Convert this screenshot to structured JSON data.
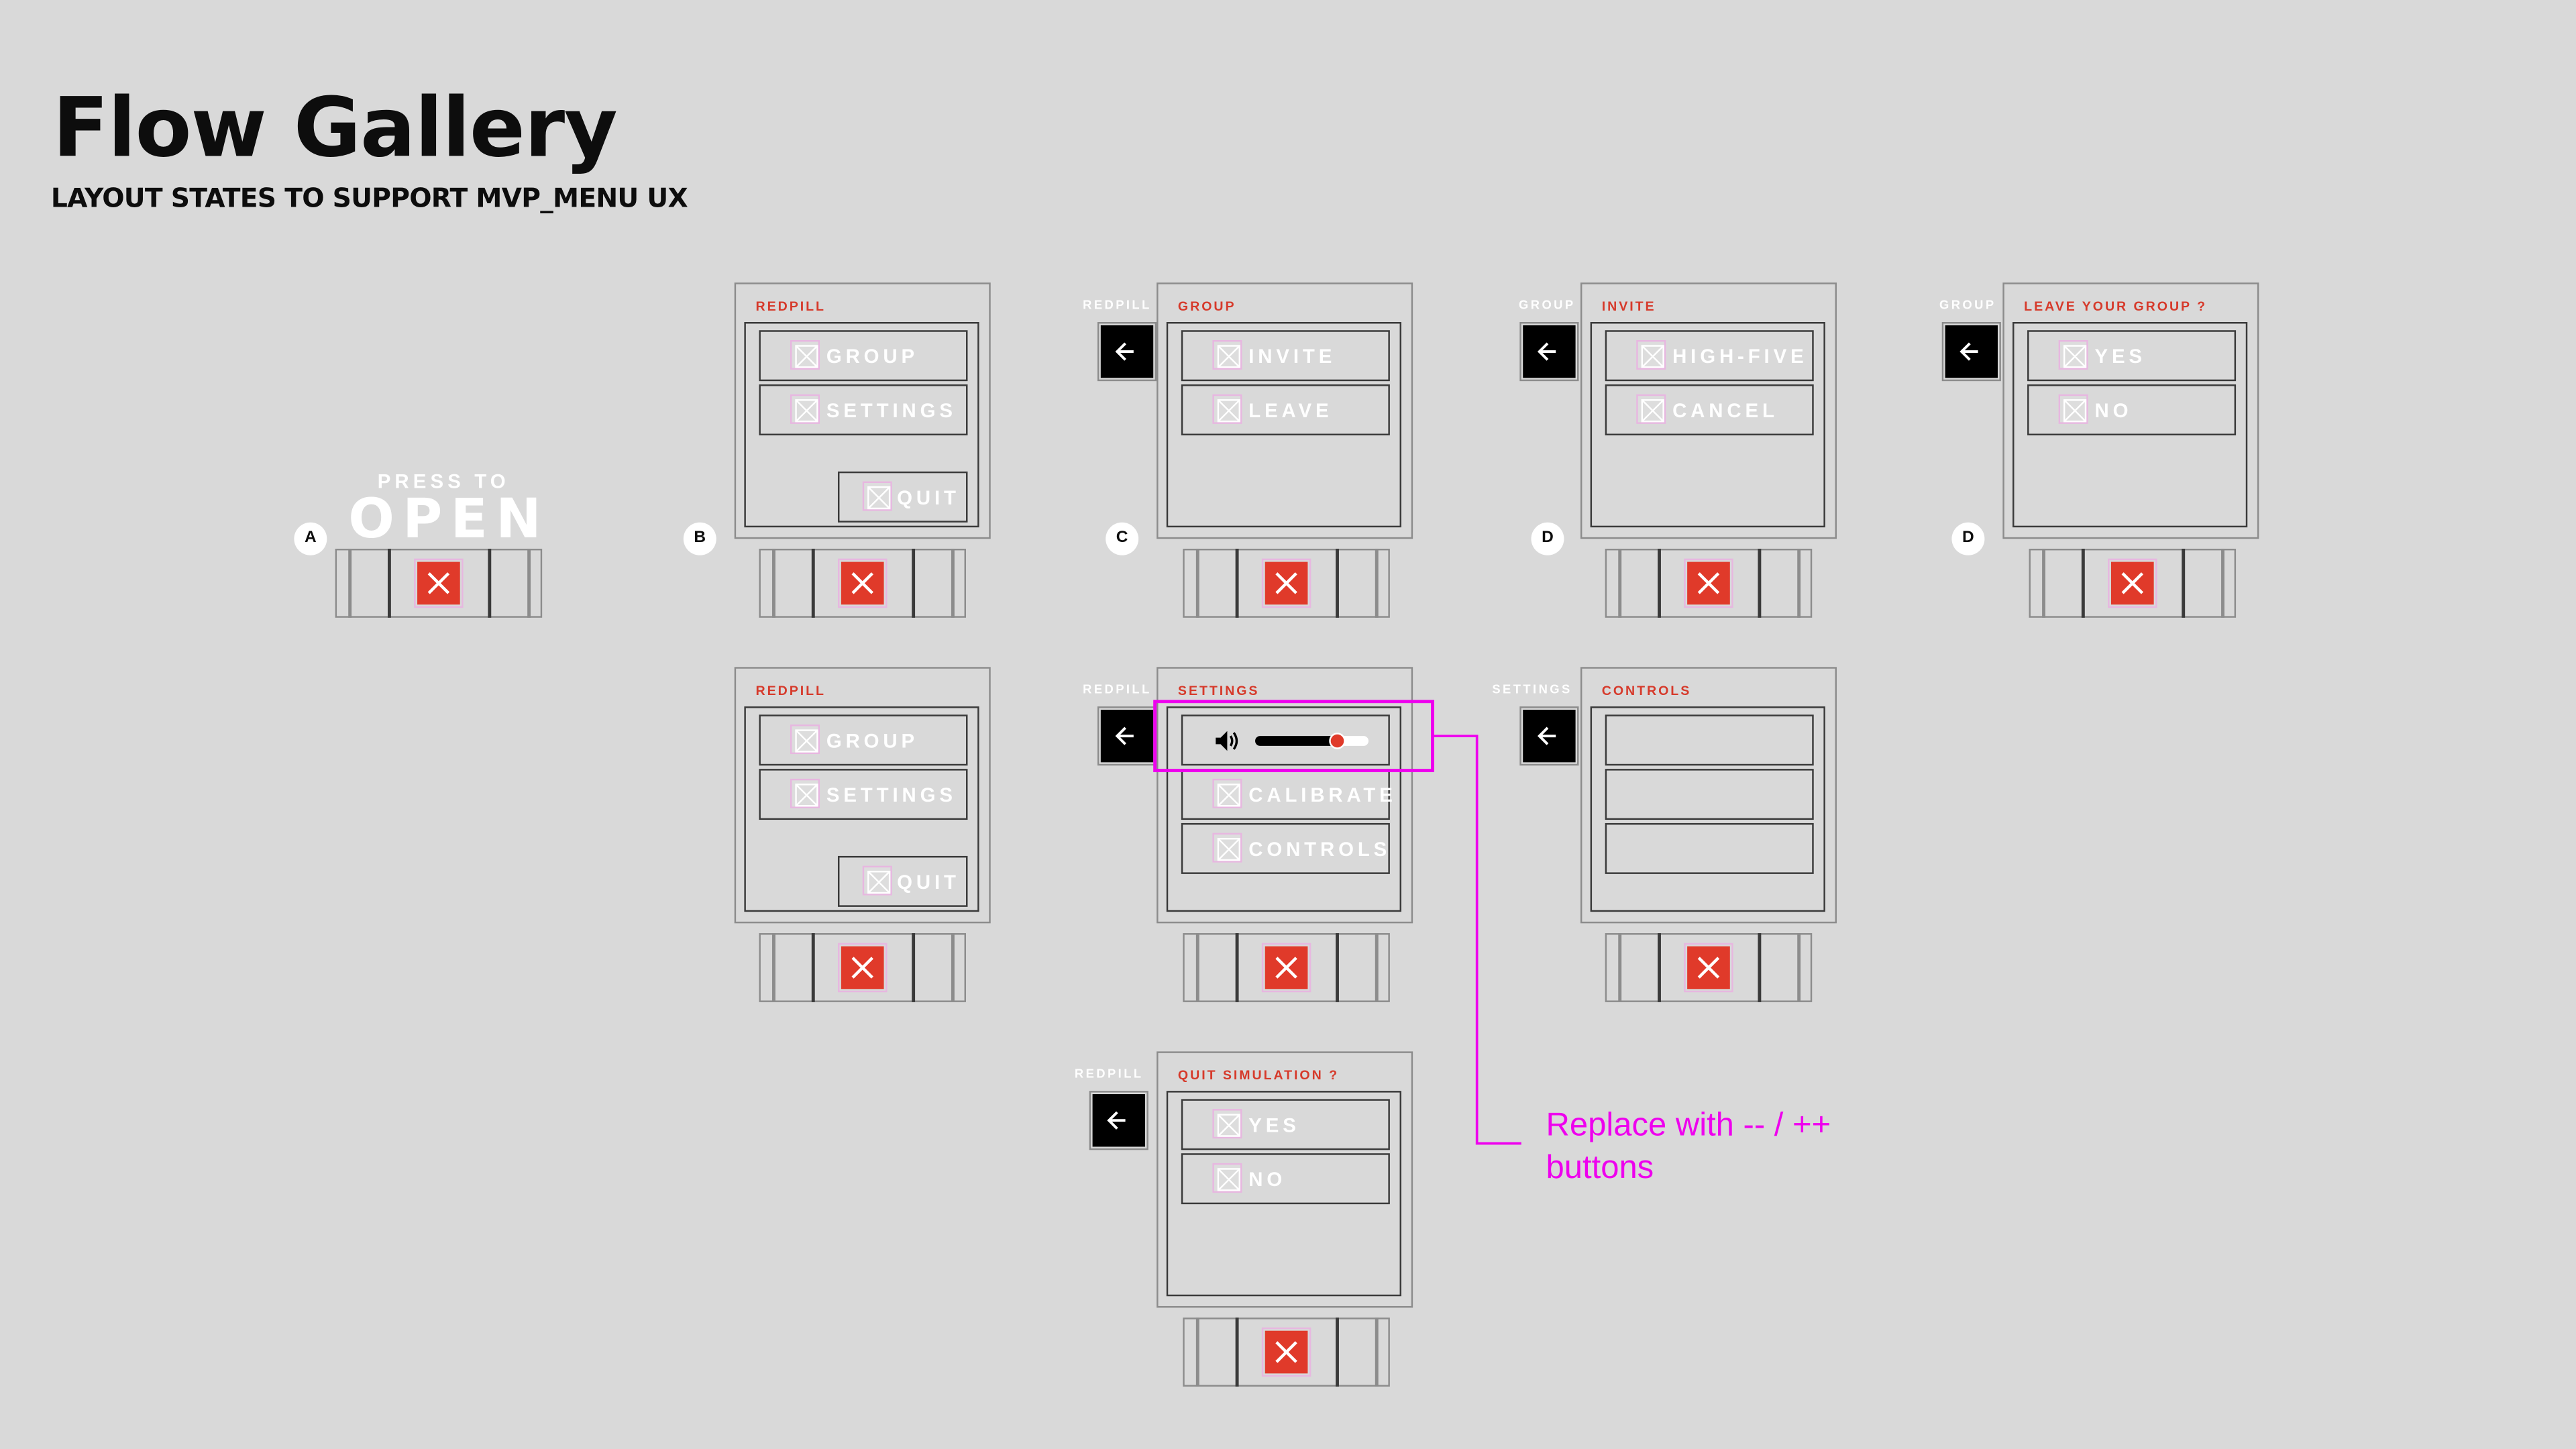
{
  "header": {
    "title": "Flow Gallery",
    "subtitle": "LAYOUT STATES TO SUPPORT  MVP_MENU UX"
  },
  "colors": {
    "background": "#d9d9d9",
    "accent_red": "#e03a2a",
    "heading_red": "#d63a2b",
    "annotation_magenta": "#ee00ee",
    "back_button": "#000000"
  },
  "state_a": {
    "marker": "A",
    "press_to": "PRESS TO",
    "open": "OPEN"
  },
  "markers": {
    "b": "B",
    "c": "C",
    "d1": "D",
    "d2": "D"
  },
  "panels": {
    "redpill_top": {
      "heading": "REDPILL",
      "buttons": [
        "GROUP",
        "SETTINGS"
      ],
      "quit": "QUIT"
    },
    "group": {
      "side_label": "REDPILL",
      "heading": "GROUP",
      "buttons": [
        "INVITE",
        "LEAVE"
      ]
    },
    "invite": {
      "side_label": "GROUP",
      "heading": "INVITE",
      "buttons": [
        "HIGH-FIVE",
        "CANCEL"
      ]
    },
    "leave": {
      "side_label": "GROUP",
      "heading": "LEAVE YOUR GROUP ?",
      "buttons": [
        "YES",
        "NO"
      ]
    },
    "redpill_mid": {
      "heading": "REDPILL",
      "buttons": [
        "GROUP",
        "SETTINGS"
      ],
      "quit": "QUIT"
    },
    "settings": {
      "side_label": "REDPILL",
      "heading": "SETTINGS",
      "volume_level": 0.72,
      "buttons": [
        "CALIBRATE",
        "CONTROLS"
      ]
    },
    "controls": {
      "side_label": "SETTINGS",
      "heading": "CONTROLS"
    },
    "quit_sim": {
      "side_label": "REDPILL",
      "heading": "QUIT SIMULATION ?",
      "buttons": [
        "YES",
        "NO"
      ]
    }
  },
  "annotation": {
    "line1": "Replace with -- / ++",
    "line2": "buttons"
  },
  "icons": {
    "close": "close-x-icon",
    "back": "back-arrow-icon",
    "placeholder": "image-placeholder-icon",
    "volume": "speaker-icon"
  }
}
